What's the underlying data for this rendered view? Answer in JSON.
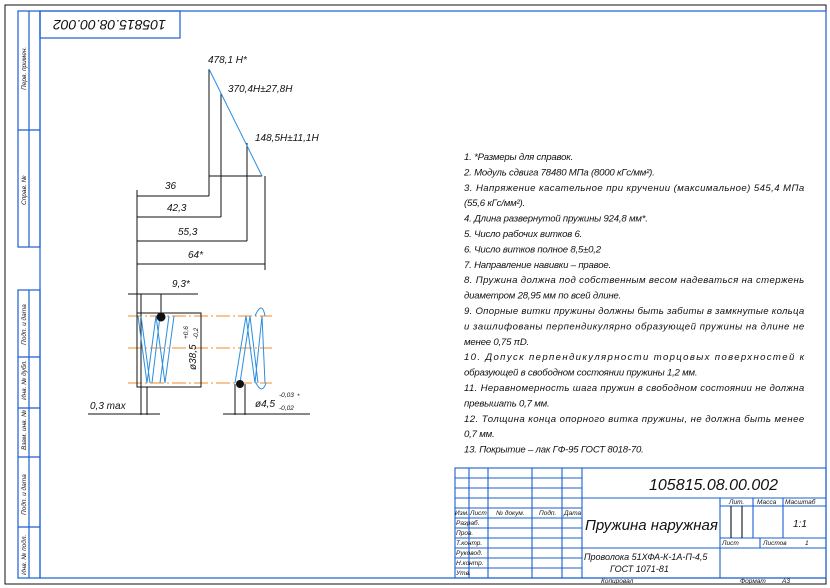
{
  "document_code": "105815.08.00.002",
  "side_strip": {
    "labels": [
      "Перв. примен.",
      "Справ. №",
      "Подп. и дата",
      "Инв. № дубл.",
      "Взам. инв. №",
      "Подп. и дата",
      "Инв. № подл."
    ]
  },
  "force_diagram": {
    "forces": [
      "478,1 Н*",
      "370,4Н±27,8Н",
      "148,5Н±11,1Н"
    ],
    "lengths": [
      "36",
      "42,3",
      "55,3",
      "64*"
    ]
  },
  "spring_view": {
    "pitch": "9,3*",
    "diameter": "ø38,5",
    "diameter_tol_upper": "+0,6",
    "diameter_tol_lower": "-0,2",
    "end_gap": "0,3 max",
    "wire": "ø4,5",
    "wire_tol_upper": "-0,03",
    "wire_tol_lower": "-0,02",
    "wire_mark": "*"
  },
  "notes": [
    "1. *Размеры для справок.",
    "2. Модуль сдвига 78480 МПа (8000 кГс/мм²).",
    "3. Напряжение касательное при кручении (максимальное) 545,4 МПа",
    "(55,6 кГс/мм²).",
    "4. Длина развернутой пружины 924,8 мм*.",
    "5. Число рабочих витков 6.",
    "6. Число витков полное 8,5±0,2",
    "7. Направление навивки – правое.",
    "8. Пружина должна под собственным весом надеваться на стержень",
    "диаметром 28,95 мм по всей длине.",
    "9. Опорные витки пружины должны быть забиты в замкнутые кольца",
    "и зашлифованы перпендикулярно образующей пружины на длине не",
    "менее 0,75 πD.",
    "10. Допуск перпендикулярности торцовых поверхностей к",
    "образующей в свободном состоянии пружины 1,2 мм.",
    "11. Неравномерность шага пружин в свободном состоянии не должна",
    "превышать 0,7 мм.",
    "12. Толщина конца опорного витка пружины, не должна быть менее",
    "0,7 мм.",
    "13. Покрытие – лак ГФ-95 ГОСТ 8018-70."
  ],
  "title_block": {
    "code": "105815.08.00.002",
    "name": "Пружина наружная",
    "material_line1": "Проволока 51ХФА-К-1А-П-4,5",
    "material_line2": "ГОСТ 1071-81",
    "col_headers": [
      "Изм.",
      "Лист",
      "№ докум.",
      "Подп.",
      "Дата"
    ],
    "roles": [
      "Разраб.",
      "Пров.",
      "Т.контр.",
      "Руковод.",
      "Н.контр.",
      "Утв."
    ],
    "lit_label": "Лит.",
    "mass_label": "Масса",
    "scale_label": "Масштаб",
    "scale": "1:1",
    "sheet_label": "Лист",
    "sheets_label": "Листов",
    "sheets": "1",
    "copied_label": "Копировал",
    "format_label": "Формат",
    "format": "А3"
  },
  "colors": {
    "frame": "#1a5fd0",
    "centerline": "#f08a24",
    "spring": "#2a8ee0",
    "ink": "#111111"
  }
}
